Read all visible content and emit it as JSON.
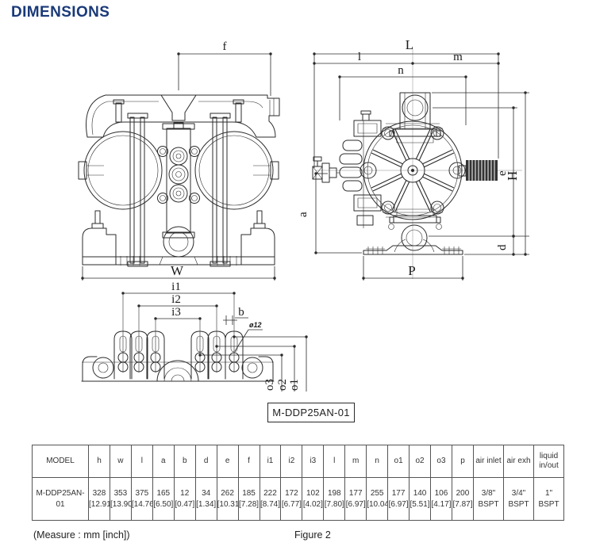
{
  "page": {
    "title": "DIMENSIONS",
    "model_label": "M-DDP25AN-01",
    "measure_note": "(Measure : mm [inch])",
    "figure_caption": "Figure 2"
  },
  "colors": {
    "title": "#1a3a78",
    "line": "#2b2b2b",
    "table_border": "#555555"
  },
  "drawing": {
    "front": {
      "f": "f",
      "W": "W"
    },
    "side": {
      "L": "L",
      "l": "l",
      "m": "m",
      "n": "n",
      "a": "a",
      "e": "e",
      "H": "H",
      "d": "d",
      "P": "P"
    },
    "bottom": {
      "i1": "i1",
      "i2": "i2",
      "i3": "i3",
      "b": "b",
      "hole": "ø12",
      "o1": "o1",
      "o2": "o2",
      "o3": "o3"
    }
  },
  "table": {
    "columns": [
      {
        "id": "model",
        "label": "MODEL",
        "mm": "M-DDP25AN-01",
        "inch": ""
      },
      {
        "id": "h",
        "label": "h",
        "mm": "328",
        "inch": "[12.91]"
      },
      {
        "id": "w",
        "label": "w",
        "mm": "353",
        "inch": "[13.90]"
      },
      {
        "id": "l1",
        "label": "l",
        "mm": "375",
        "inch": "[14.76]"
      },
      {
        "id": "a",
        "label": "a",
        "mm": "165",
        "inch": "[6.50]"
      },
      {
        "id": "b",
        "label": "b",
        "mm": "12",
        "inch": "[0.47]"
      },
      {
        "id": "d",
        "label": "d",
        "mm": "34",
        "inch": "[1.34]"
      },
      {
        "id": "e",
        "label": "e",
        "mm": "262",
        "inch": "[10.31]"
      },
      {
        "id": "f",
        "label": "f",
        "mm": "185",
        "inch": "[7.28]"
      },
      {
        "id": "i1",
        "label": "i1",
        "mm": "222",
        "inch": "[8.74]"
      },
      {
        "id": "i2",
        "label": "i2",
        "mm": "172",
        "inch": "[6.77]"
      },
      {
        "id": "i3",
        "label": "i3",
        "mm": "102",
        "inch": "[4.02]"
      },
      {
        "id": "l2",
        "label": "l",
        "mm": "198",
        "inch": "[7.80]"
      },
      {
        "id": "m",
        "label": "m",
        "mm": "177",
        "inch": "[6.97]"
      },
      {
        "id": "n",
        "label": "n",
        "mm": "255",
        "inch": "[10.04]"
      },
      {
        "id": "o1",
        "label": "o1",
        "mm": "177",
        "inch": "[6.97]"
      },
      {
        "id": "o2",
        "label": "o2",
        "mm": "140",
        "inch": "[5.51]"
      },
      {
        "id": "o3",
        "label": "o3",
        "mm": "106",
        "inch": "[4.17]"
      },
      {
        "id": "p",
        "label": "p",
        "mm": "200",
        "inch": "[7.87]"
      },
      {
        "id": "air_inlet",
        "label": "air inlet",
        "mm": "3/8\"",
        "inch": "BSPT"
      },
      {
        "id": "air_exh",
        "label": "air exh",
        "mm": "3/4\"",
        "inch": "BSPT"
      },
      {
        "id": "liquid",
        "label": "liquid in/out",
        "mm": "1\"",
        "inch": "BSPT"
      }
    ]
  }
}
